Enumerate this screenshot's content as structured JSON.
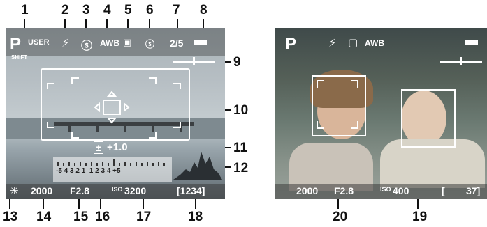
{
  "callouts": {
    "c1": "1",
    "c2": "2",
    "c3": "3",
    "c4": "4",
    "c5": "5",
    "c6": "6",
    "c7": "7",
    "c8": "8",
    "c9": "9",
    "c10": "10",
    "c11": "11",
    "c12": "12",
    "c13": "13",
    "c14": "14",
    "c15": "15",
    "c16": "16",
    "c17": "17",
    "c18": "18",
    "c19": "19",
    "c20": "20"
  },
  "left_screen": {
    "mode": "P",
    "user": "USER",
    "shift": "SHIFT",
    "flash_icon": "flash-icon",
    "timer_icon": "self-timer-icon",
    "wb": "AWB",
    "drive_icon": "drive-mode-icon",
    "remote_icon": "remote-timer-icon",
    "frame_count": "2/5",
    "battery_icon": "battery-icon",
    "ev_comp": "+1.0",
    "ev_scale": "-5 4 3 2 1  1 2 3 4 +5",
    "ae_lock": "✳",
    "shutter": "2000",
    "aperture": "F2.8",
    "iso_label": "ISO",
    "iso": "3200",
    "remaining": "[1234]"
  },
  "right_screen": {
    "mode": "P",
    "flash_icon": "flash-icon",
    "drive_icon": "single-frame-icon",
    "wb": "AWB",
    "shutter": "2000",
    "aperture": "F2.8",
    "iso_label": "ISO",
    "iso": "400",
    "remaining_open": "[",
    "remaining": "37]"
  }
}
